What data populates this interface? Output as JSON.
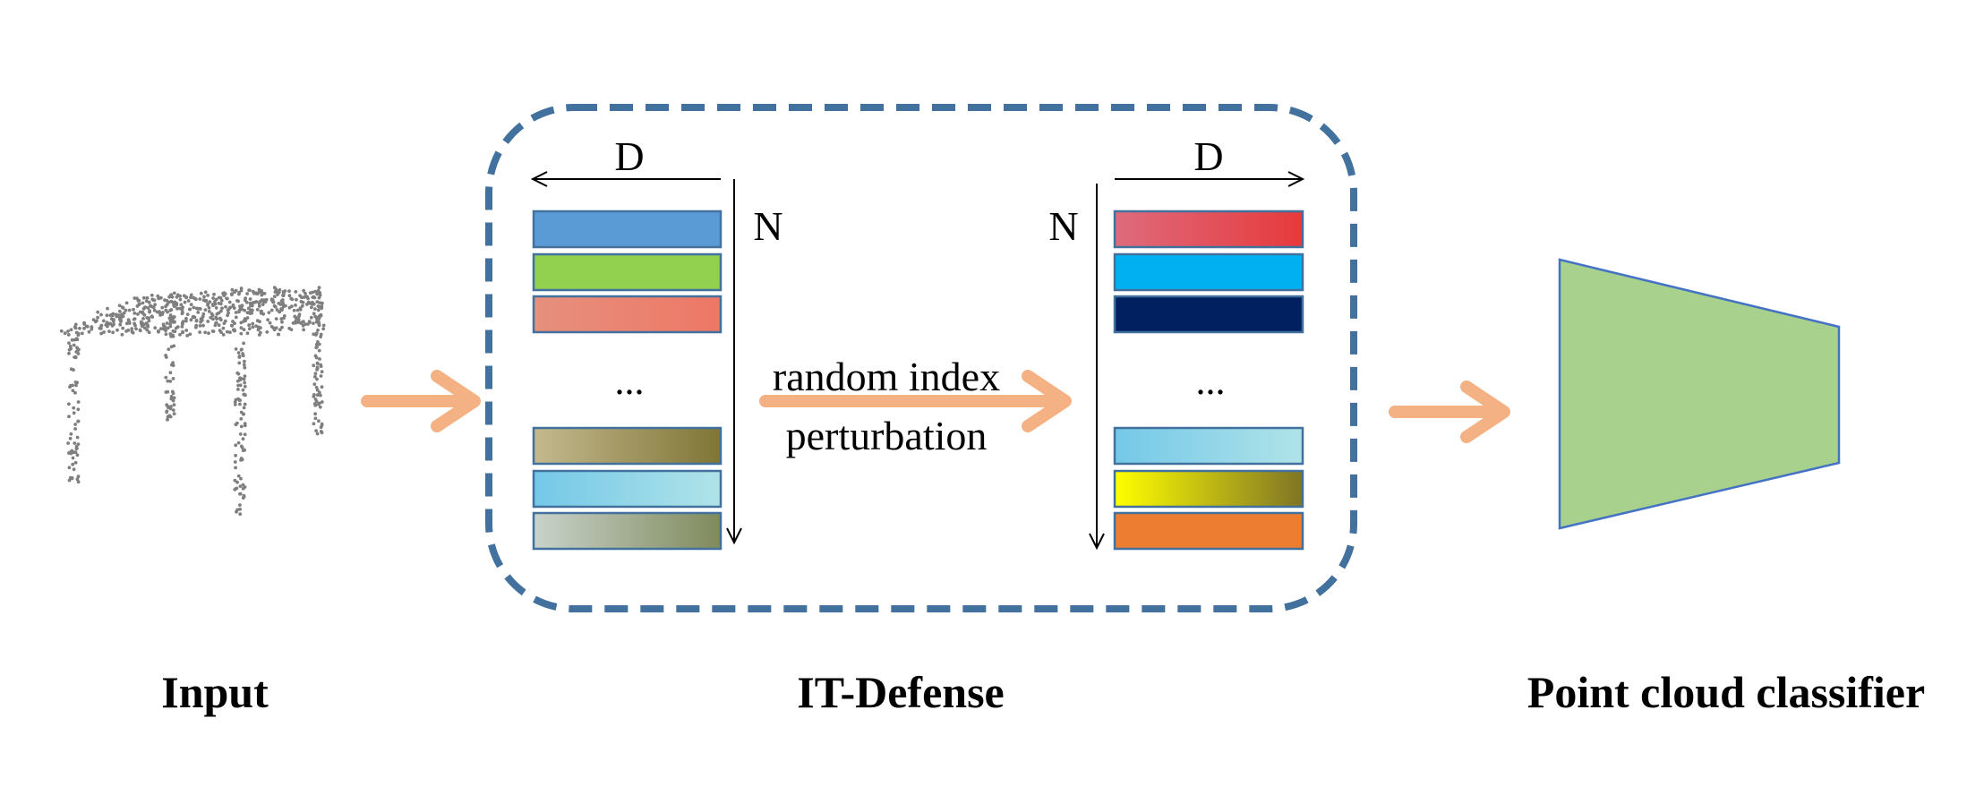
{
  "colors": {
    "arrow": "#f4b183",
    "frame": "#41719c",
    "bar_border": "#41719c",
    "classifier_fill": "#a9d18e",
    "classifier_border": "#4472c4",
    "points": "#7f7f7f"
  },
  "input": {
    "caption": "Input",
    "point_cloud_icon": "table-point-cloud"
  },
  "it_defense": {
    "caption": "IT-Defense",
    "left_matrix": {
      "width_label": "D",
      "height_label": "N",
      "ellipsis": "...",
      "rows": [
        {
          "from": "#5b9bd5",
          "to": "#5b9bd5"
        },
        {
          "from": "#92d050",
          "to": "#92d050"
        },
        {
          "from": "#e6907e",
          "to": "#ee7766"
        },
        {
          "from": "#c4b98e",
          "to": "#7f7536"
        },
        {
          "from": "#74c8e8",
          "to": "#b0e3e8"
        },
        {
          "from": "#c9d3cb",
          "to": "#7f8a5c"
        }
      ]
    },
    "operation": {
      "line1": "random index",
      "line2": "perturbation"
    },
    "right_matrix": {
      "width_label": "D",
      "height_label": "N",
      "ellipsis": "...",
      "rows": [
        {
          "from": "#de6b7d",
          "to": "#e63a3c"
        },
        {
          "from": "#00b0f0",
          "to": "#00b0f0"
        },
        {
          "from": "#002060",
          "to": "#002060"
        },
        {
          "from": "#74c8e8",
          "to": "#b0e3e8"
        },
        {
          "from": "#ffff00",
          "to": "#7f7426"
        },
        {
          "from": "#ed7d31",
          "to": "#ed7d31"
        }
      ]
    }
  },
  "classifier": {
    "caption": "Point cloud classifier"
  }
}
